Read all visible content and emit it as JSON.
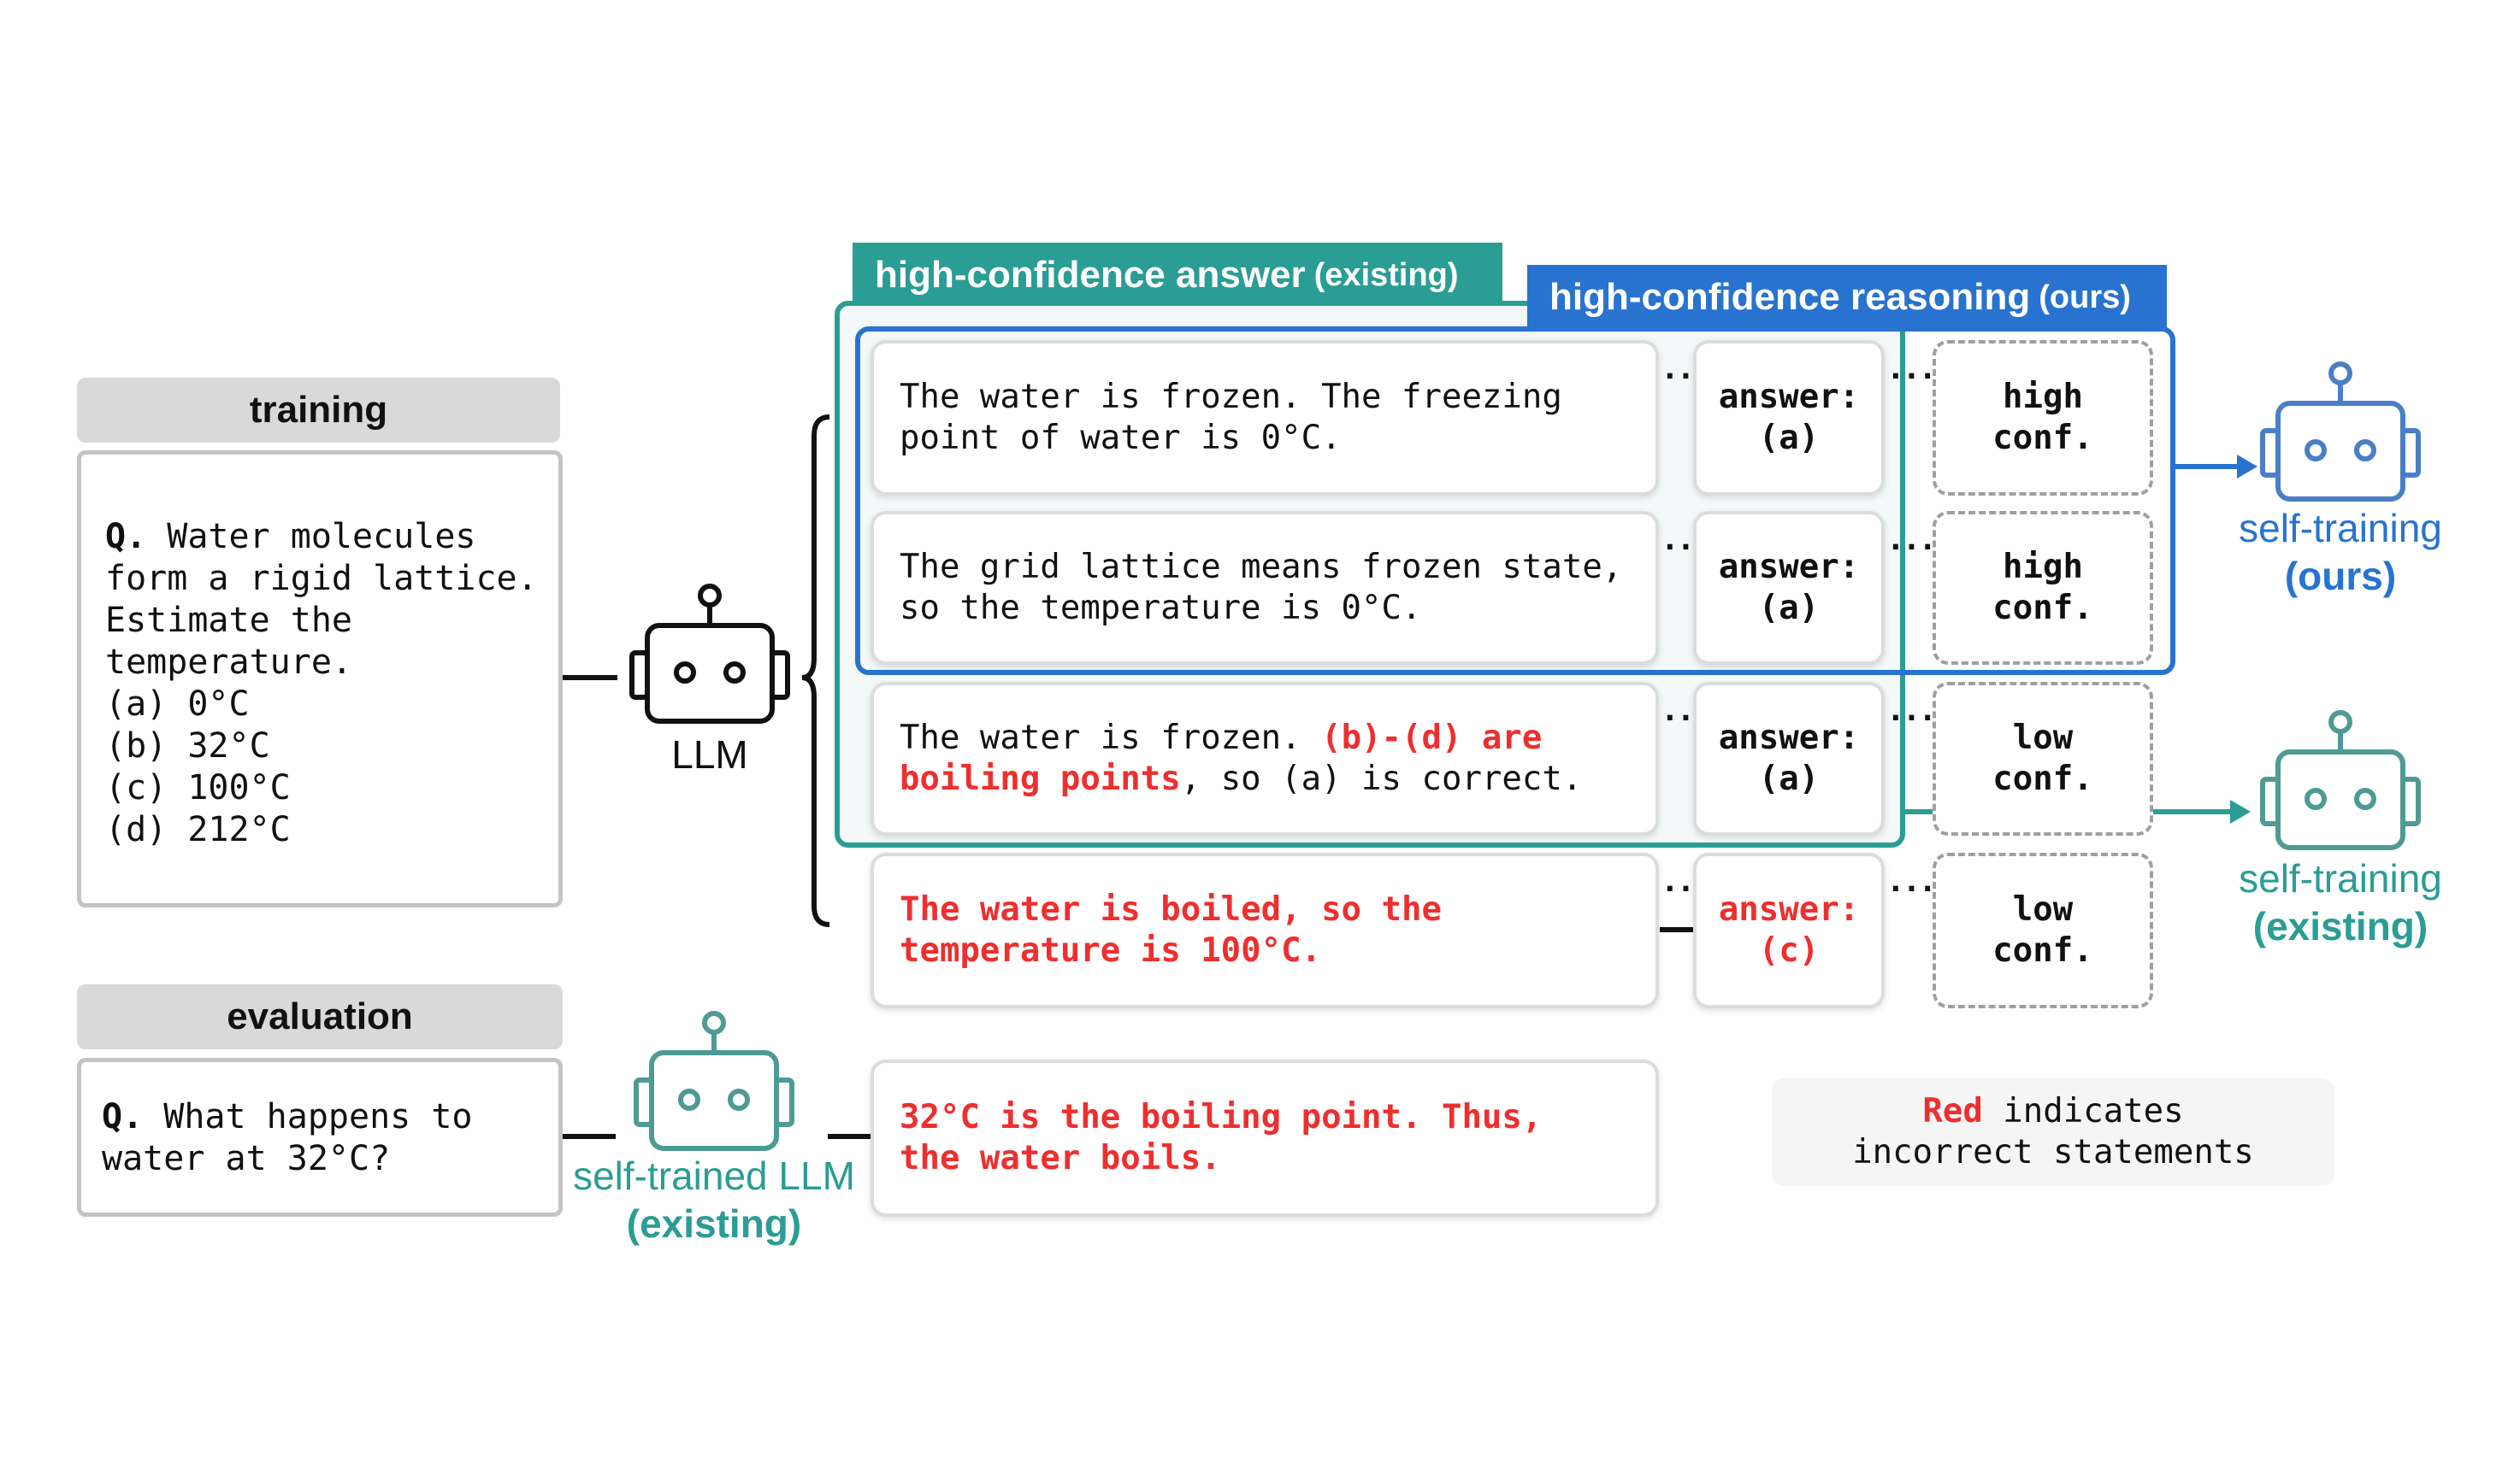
{
  "training": {
    "header": "training",
    "q_prefix": "Q.",
    "q_lines": [
      "Water molecules",
      "form a rigid lattice.",
      "Estimate the",
      "temperature."
    ],
    "options": [
      "(a) 0°C",
      "(b) 32°C",
      "(c) 100°C",
      "(d) 212°C"
    ]
  },
  "llm": {
    "label": "LLM"
  },
  "tags": {
    "answer_main": "high-confidence answer",
    "answer_sub": "(existing)",
    "reasoning_main": "high-confidence reasoning",
    "reasoning_sub": "(ours)"
  },
  "rows": [
    {
      "reason_lines": [
        "The water is frozen. The freezing",
        "point of water is 0°C."
      ],
      "answer_label": "answer:",
      "answer_value": "(a)",
      "conf_1": "high",
      "conf_2": "conf."
    },
    {
      "reason_lines": [
        "The grid lattice means frozen state,",
        "so the temperature is 0°C."
      ],
      "answer_label": "answer:",
      "answer_value": "(a)",
      "conf_1": "high",
      "conf_2": "conf."
    },
    {
      "reason_line1_a": "The water is frozen. ",
      "reason_line1_red": "(b)-(d) are",
      "reason_line2_red": "boiling points",
      "reason_line2_b": ", so (a) is correct.",
      "answer_label": "answer:",
      "answer_value": "(a)",
      "conf_1": "low",
      "conf_2": "conf."
    },
    {
      "reason_lines": [
        "The water is boiled, so the",
        "temperature is 100°C."
      ],
      "answer_label": "answer:",
      "answer_value": "(c)",
      "conf_1": "low",
      "conf_2": "conf."
    }
  ],
  "self_training_ours": {
    "line1": "self-training",
    "line2": "(ours)"
  },
  "self_training_existing": {
    "line1": "self-training",
    "line2": "(existing)"
  },
  "evaluation": {
    "header": "evaluation",
    "q_prefix": "Q.",
    "q_lines": [
      "What happens to",
      "water at 32°C?"
    ],
    "model_line1": "self-trained LLM",
    "model_line2": "(existing)",
    "output_lines": [
      "32°C is the boiling point. Thus,",
      "the water boils."
    ]
  },
  "legend": {
    "red_word": "Red",
    "rest_line1": " indicates",
    "line2": "incorrect statements"
  },
  "colors": {
    "teal": "#2a9d94",
    "blue": "#2873cf",
    "muted_teal": "#4e9a94",
    "red": "#ee2f2f",
    "robot_blue": "#4a7fc6"
  }
}
